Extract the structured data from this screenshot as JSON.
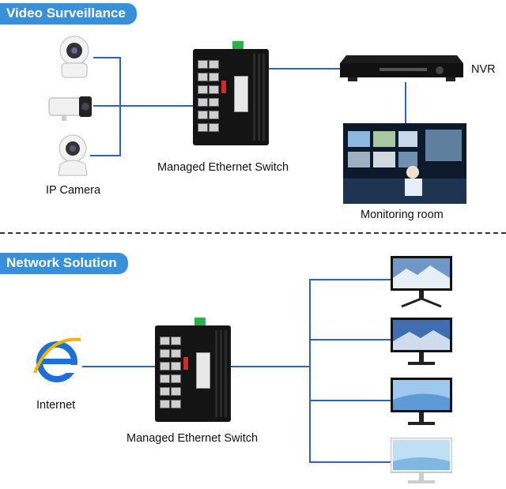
{
  "sections": {
    "video": {
      "title": "Video Surveillance"
    },
    "network": {
      "title": "Network Solution"
    }
  },
  "video": {
    "camera_label": "IP Camera",
    "switch_label": "Managed Ethernet Switch",
    "nvr_label": "NVR",
    "monitor_room_label": "Monitoring room"
  },
  "network": {
    "internet_label": "Internet",
    "switch_label": "Managed Ethernet Switch"
  },
  "colors": {
    "accent": "#3a8fd9",
    "link": "#2b62c9",
    "divider": "#333333"
  },
  "icons": [
    "dome-camera-icon",
    "bullet-camera-icon",
    "ptz-camera-icon",
    "nvr-recorder-icon",
    "monitoring-room-icon",
    "internet-explorer-icon",
    "monitor-icon"
  ]
}
